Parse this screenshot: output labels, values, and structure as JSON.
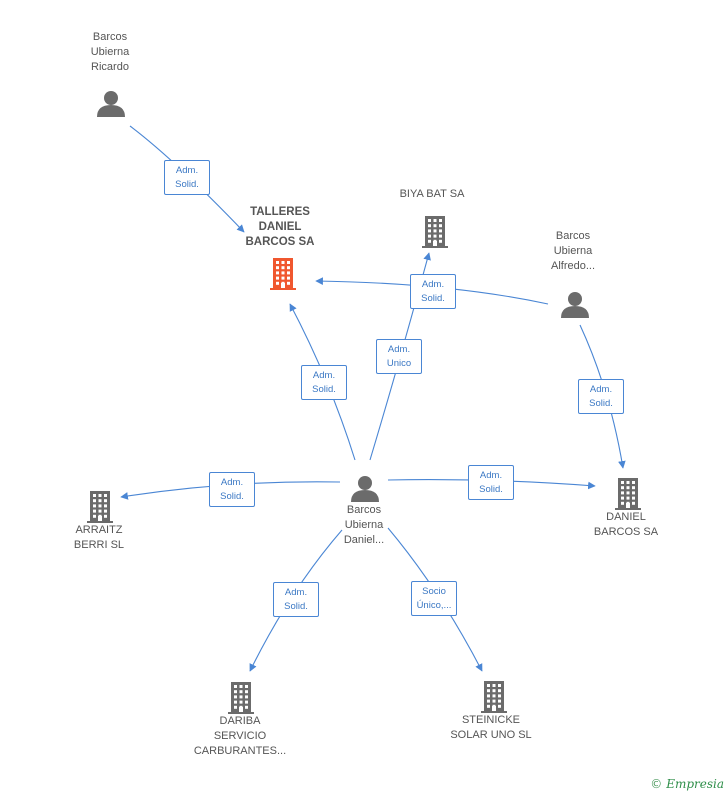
{
  "colors": {
    "edge": "#4a86d4",
    "node_icon": "#6b6b6b",
    "highlight_icon": "#f0572f",
    "brand": "#2f8f4a"
  },
  "nodes": {
    "talleres": {
      "kind": "company",
      "highlight": true,
      "lines": [
        "TALLERES",
        "DANIEL",
        "BARCOS SA"
      ]
    },
    "biya": {
      "kind": "company",
      "lines": [
        "BIYA BAT SA"
      ]
    },
    "ricardo": {
      "kind": "person",
      "lines": [
        "Barcos",
        "Ubierna",
        "Ricardo"
      ]
    },
    "alfredo": {
      "kind": "person",
      "lines": [
        "Barcos",
        "Ubierna",
        "Alfredo..."
      ]
    },
    "daniel_person": {
      "kind": "person",
      "lines": [
        "Barcos",
        "Ubierna",
        "Daniel..."
      ]
    },
    "arraitz": {
      "kind": "company",
      "lines": [
        "ARRAITZ",
        "BERRI SL"
      ]
    },
    "daniel_barcos": {
      "kind": "company",
      "lines": [
        "DANIEL",
        "BARCOS SA"
      ]
    },
    "dariba": {
      "kind": "company",
      "lines": [
        "DARIBA",
        "SERVICIO",
        "CARBURANTES..."
      ]
    },
    "steinicke": {
      "kind": "company",
      "lines": [
        "STEINICKE",
        "SOLAR UNO SL"
      ]
    }
  },
  "edges": [
    {
      "id": "e1",
      "lines": [
        "Adm.",
        "Solid."
      ]
    },
    {
      "id": "e2",
      "lines": [
        "Adm.",
        "Solid."
      ]
    },
    {
      "id": "e3",
      "lines": [
        "Adm.",
        "Unico"
      ]
    },
    {
      "id": "e4",
      "lines": [
        "Adm.",
        "Solid."
      ]
    },
    {
      "id": "e5",
      "lines": [
        "Adm.",
        "Solid."
      ]
    },
    {
      "id": "e6",
      "lines": [
        "Adm.",
        "Solid."
      ]
    },
    {
      "id": "e7",
      "lines": [
        "Adm.",
        "Solid."
      ]
    },
    {
      "id": "e8",
      "lines": [
        "Adm.",
        "Solid."
      ]
    },
    {
      "id": "e9",
      "lines": [
        "Socio",
        "Único,..."
      ]
    }
  ],
  "brand": {
    "copyright": "©",
    "name": "Empresia"
  }
}
